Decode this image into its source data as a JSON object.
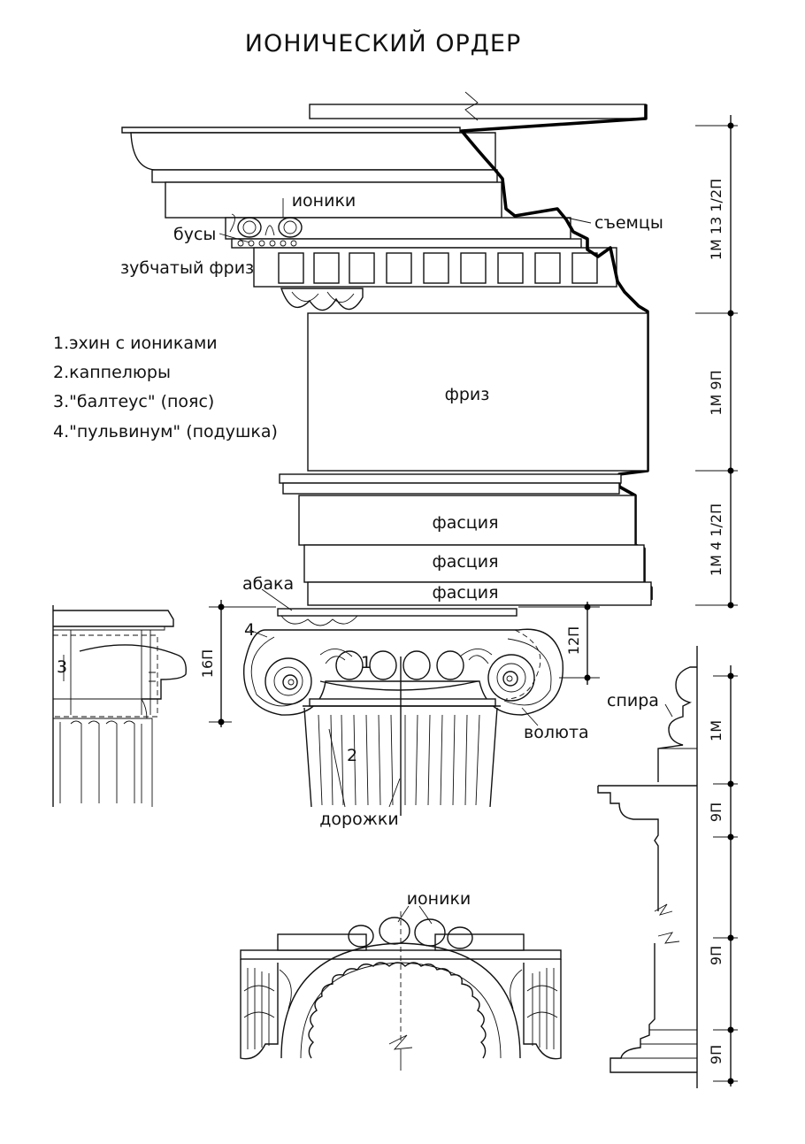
{
  "title": "ИОНИЧЕСКИЙ ОРДЕР",
  "labels": {
    "ioniki_top": "ионики",
    "busy": "бусы",
    "zubchaty_friz": "зубчатый фриз",
    "syemtsy": "съемцы",
    "friz": "фриз",
    "fasciya_1": "фасция",
    "fasciya_2": "фасция",
    "fasciya_3": "фасция",
    "abaka": "абака",
    "voluta": "волюта",
    "dorozhki": "дорожки",
    "spira": "спира",
    "ioniki_bottom": "ионики"
  },
  "notes": [
    "1.эхин с иониками",
    "2.каппелюры",
    "3.\"балтеус\" (пояс)",
    "4.\"пульвинум\" (подушка)"
  ],
  "markers": {
    "m1": "1",
    "m2": "2",
    "m3": "3",
    "m4": "4"
  },
  "dimensions": {
    "cornice": "1М 13 1/2П",
    "frieze": "1М 9П",
    "architrave": "1М 4 1/2П",
    "capital_height": "16П",
    "volute_drop": "12П",
    "base_1": "1М",
    "base_2": "9П",
    "base_3": "9П",
    "base_4": "9П"
  }
}
